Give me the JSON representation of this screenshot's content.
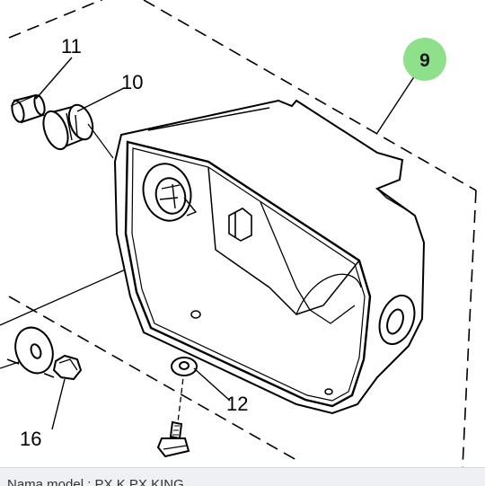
{
  "diagram": {
    "callout_number": "9",
    "callout_color": "#8ee08a",
    "part_labels": {
      "part_11": "11",
      "part_10": "10",
      "part_12": "12",
      "part_16": "16"
    }
  },
  "caption": {
    "text": "Nama model : PX K PX KING"
  }
}
